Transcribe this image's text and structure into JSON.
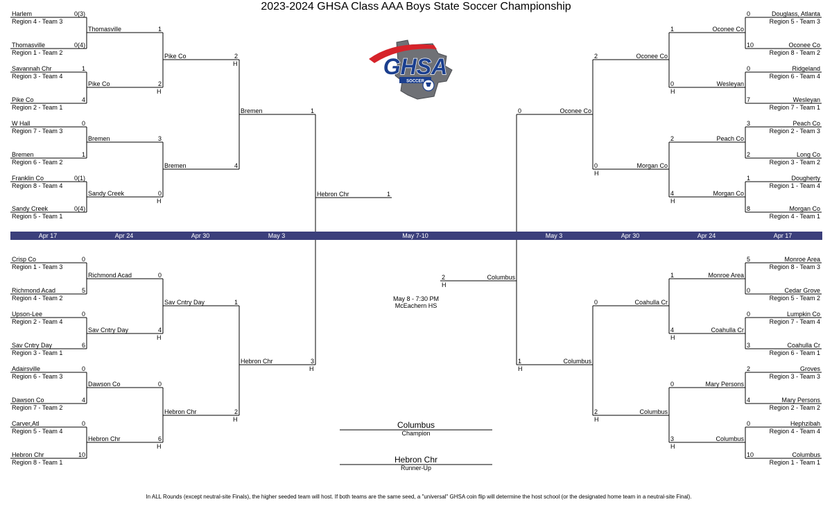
{
  "title": "2023-2024 GHSA Class AAA Boys State Soccer Championship",
  "colors": {
    "date_bar": "#3b3f7b",
    "logo_blue": "#1b3f8e",
    "logo_red": "#d6232a",
    "logo_gray": "#6f7176"
  },
  "logo": {
    "text": "GHSA",
    "subtext": "SOCCER",
    "icon": "ghsa-soccer-logo"
  },
  "dates_left": [
    "Apr 17",
    "Apr 24",
    "Apr 30",
    "May 3"
  ],
  "dates_center": "May 7-10",
  "dates_right": [
    "May 3",
    "Apr 30",
    "Apr 24",
    "Apr 17"
  ],
  "round1": {
    "left_top": [
      {
        "team": "Harlem",
        "region": "Region 4 - Team 3",
        "score": "0(3)"
      },
      {
        "team": "Thomasville",
        "region": "Region 1 - Team 2",
        "score": "0(4)"
      },
      {
        "team": "Savannah Chr",
        "region": "Region 3 - Team 4",
        "score": "1"
      },
      {
        "team": "Pike Co",
        "region": "Region 2 - Team 1",
        "score": "4"
      },
      {
        "team": "W Hall",
        "region": "Region 7 - Team 3",
        "score": "0"
      },
      {
        "team": "Bremen",
        "region": "Region 6 - Team 2",
        "score": "1"
      },
      {
        "team": "Franklin Co",
        "region": "Region 8 - Team 4",
        "score": "0(1)"
      },
      {
        "team": "Sandy Creek",
        "region": "Region 5 - Team 1",
        "score": "0(4)"
      }
    ],
    "left_bottom": [
      {
        "team": "Crisp Co",
        "region": "Region 1 - Team 3",
        "score": "0"
      },
      {
        "team": "Richmond Acad",
        "region": "Region 4 - Team 2",
        "score": "5"
      },
      {
        "team": "Upson-Lee",
        "region": "Region 2 - Team 4",
        "score": "0"
      },
      {
        "team": "Sav Cntry Day",
        "region": "Region 3 - Team 1",
        "score": "6"
      },
      {
        "team": "Adairsville",
        "region": "Region 6 - Team 3",
        "score": "0"
      },
      {
        "team": "Dawson Co",
        "region": "Region 7 - Team 2",
        "score": "4"
      },
      {
        "team": "Carver,Atl",
        "region": "Region 5 - Team 4",
        "score": "0"
      },
      {
        "team": "Hebron Chr",
        "region": "Region 8 - Team 1",
        "score": "10"
      }
    ],
    "right_top": [
      {
        "team": "Douglass, Atlanta",
        "region": "Region 5 - Team 3",
        "score": "0"
      },
      {
        "team": "Oconee Co",
        "region": "Region 8 - Team 2",
        "score": "10"
      },
      {
        "team": "Ridgeland",
        "region": "Region 6 - Team 4",
        "score": "0"
      },
      {
        "team": "Wesleyan",
        "region": "Region 7 - Team 1",
        "score": "7"
      },
      {
        "team": "Peach Co",
        "region": "Region 2 - Team 3",
        "score": "3"
      },
      {
        "team": "Long Co",
        "region": "Region 3 - Team 2",
        "score": "2"
      },
      {
        "team": "Dougherty",
        "region": "Region 1 - Team 4",
        "score": "1"
      },
      {
        "team": "Morgan Co",
        "region": "Region 4 - Team 1",
        "score": "8"
      }
    ],
    "right_bottom": [
      {
        "team": "Monroe Area",
        "region": "Region 8 - Team 3",
        "score": "5"
      },
      {
        "team": "Cedar Grove",
        "region": "Region 5 - Team 2",
        "score": "0"
      },
      {
        "team": "Lumpkin Co",
        "region": "Region 7 - Team 4",
        "score": "0"
      },
      {
        "team": "Coahulla Cr",
        "region": "Region 6 - Team 1",
        "score": "3"
      },
      {
        "team": "Groves",
        "region": "Region 3 - Team 3",
        "score": "2"
      },
      {
        "team": "Mary Persons",
        "region": "Region 2 - Team 2",
        "score": "4"
      },
      {
        "team": "Hephzibah",
        "region": "Region 4 - Team 4",
        "score": "0"
      },
      {
        "team": "Columbus",
        "region": "Region 1 - Team 1",
        "score": "10"
      }
    ]
  },
  "round2": {
    "left_top": [
      {
        "team": "Thomasville",
        "score": "1",
        "host": ""
      },
      {
        "team": "Pike Co",
        "score": "2",
        "host": "H"
      },
      {
        "team": "Bremen",
        "score": "3",
        "host": ""
      },
      {
        "team": "Sandy Creek",
        "score": "0",
        "host": "H"
      }
    ],
    "left_bottom": [
      {
        "team": "Richmond Acad",
        "score": "0",
        "host": ""
      },
      {
        "team": "Sav Cntry Day",
        "score": "4",
        "host": "H"
      },
      {
        "team": "Dawson Co",
        "score": "0",
        "host": ""
      },
      {
        "team": "Hebron Chr",
        "score": "6",
        "host": "H"
      }
    ],
    "right_top": [
      {
        "team": "Oconee Co",
        "score": "1",
        "host": ""
      },
      {
        "team": "Wesleyan",
        "score": "0",
        "host": "H"
      },
      {
        "team": "Peach Co",
        "score": "2",
        "host": ""
      },
      {
        "team": "Morgan Co",
        "score": "4",
        "host": "H"
      }
    ],
    "right_bottom": [
      {
        "team": "Monroe Area",
        "score": "1",
        "host": ""
      },
      {
        "team": "Coahulla Cr",
        "score": "4",
        "host": "H"
      },
      {
        "team": "Mary Persons",
        "score": "0",
        "host": ""
      },
      {
        "team": "Columbus",
        "score": "3",
        "host": "H"
      }
    ]
  },
  "round3": {
    "left_top": [
      {
        "team": "Pike Co",
        "score": "2",
        "host": "H"
      },
      {
        "team": "Bremen",
        "score": "4",
        "host": ""
      }
    ],
    "left_bottom": [
      {
        "team": "Sav Cntry Day",
        "score": "1",
        "host": ""
      },
      {
        "team": "Hebron Chr",
        "score": "2",
        "host": "H"
      }
    ],
    "right_top": [
      {
        "team": "Oconee Co",
        "score": "2",
        "host": ""
      },
      {
        "team": "Morgan Co",
        "score": "0",
        "host": "H"
      }
    ],
    "right_bottom": [
      {
        "team": "Coahulla Cr",
        "score": "0",
        "host": ""
      },
      {
        "team": "Columbus",
        "score": "2",
        "host": "H"
      }
    ]
  },
  "semifinals": {
    "left": [
      {
        "team": "Bremen",
        "score": "1",
        "host": ""
      },
      {
        "team": "Hebron Chr",
        "score": "3",
        "host": "H"
      }
    ],
    "right": [
      {
        "team": "Oconee Co",
        "score": "0",
        "host": ""
      },
      {
        "team": "Columbus",
        "score": "1",
        "host": "H"
      }
    ]
  },
  "final": {
    "left": {
      "team": "Hebron Chr",
      "score": "1"
    },
    "right": {
      "team": "Columbus",
      "score": "2",
      "host": "H"
    },
    "date": "May 8 - 7:30 PM",
    "venue": "McEachern HS"
  },
  "champion": {
    "team": "Columbus",
    "label": "Champion"
  },
  "runner_up": {
    "team": "Hebron Chr",
    "label": "Runner-Up"
  },
  "footnote": "In ALL Rounds (except neutral-site Finals), the higher seeded team will host. If both teams are the same seed, a \"universal\" GHSA coin flip will determine the host school (or the designated home team in a neutral-site Final)."
}
